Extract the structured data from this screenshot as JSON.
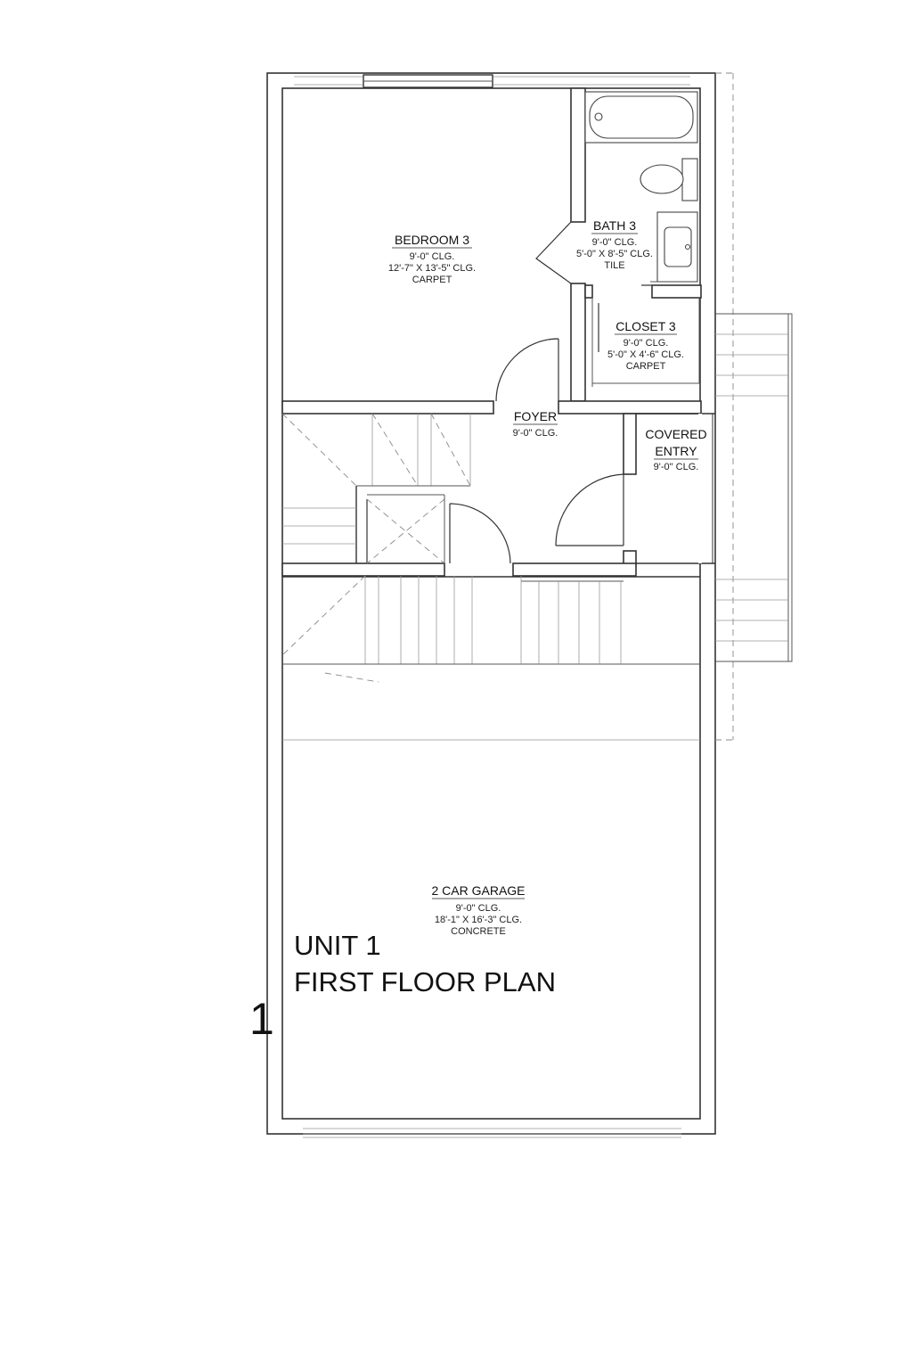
{
  "rooms": {
    "bedroom3": {
      "name": "BEDROOM 3",
      "clg": "9'-0\" CLG.",
      "size": "12'-7\" X 13'-5\" CLG.",
      "finish": "CARPET"
    },
    "bath3": {
      "name": "BATH 3",
      "clg": "9'-0\" CLG.",
      "size": "5'-0\" X 8'-5\" CLG.",
      "finish": "TILE"
    },
    "closet3": {
      "name": "CLOSET 3",
      "clg": "9'-0\" CLG.",
      "size": "5'-0\" X 4'-6\" CLG.",
      "finish": "CARPET"
    },
    "foyer": {
      "name": "FOYER",
      "clg": "9'-0\" CLG."
    },
    "covered_entry": {
      "name_line1": "COVERED",
      "name_line2": "ENTRY",
      "clg": "9'-0\" CLG."
    },
    "garage": {
      "name": "2 CAR GARAGE",
      "clg": "9'-0\" CLG.",
      "size": "18'-1\" X 16'-3\" CLG.",
      "finish": "CONCRETE"
    }
  },
  "caption": {
    "number": "1",
    "line1": "UNIT 1",
    "line2": "FIRST FLOOR PLAN"
  },
  "colors": {
    "line": "#333333",
    "background": "#ffffff"
  }
}
